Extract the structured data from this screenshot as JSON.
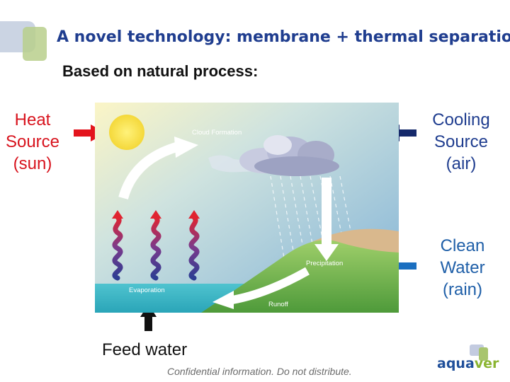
{
  "title": "A novel technology: membrane + thermal separation",
  "subtitle": "Based on natural process:",
  "labels": {
    "heat": [
      "Heat",
      "Source",
      "(sun)"
    ],
    "cooling": [
      "Cooling",
      "Source",
      "(air)"
    ],
    "clean": [
      "Clean",
      "Water",
      "(rain)"
    ],
    "feed": "Feed water"
  },
  "diagram": {
    "cloud_formation": "Cloud Formation",
    "precipitation": "Precipitation",
    "evaporation": "Evaporation",
    "runoff": "Runoff"
  },
  "footer": "Confidential information. Do not distribute.",
  "logo": {
    "part1": "aqua",
    "part2": "ver"
  },
  "colors": {
    "title": "#1f3d8f",
    "heat": "#d8141e",
    "cooling_arrow": "#15296b",
    "clean_arrow": "#1b6fc0",
    "logo_green": "#8bb531"
  }
}
